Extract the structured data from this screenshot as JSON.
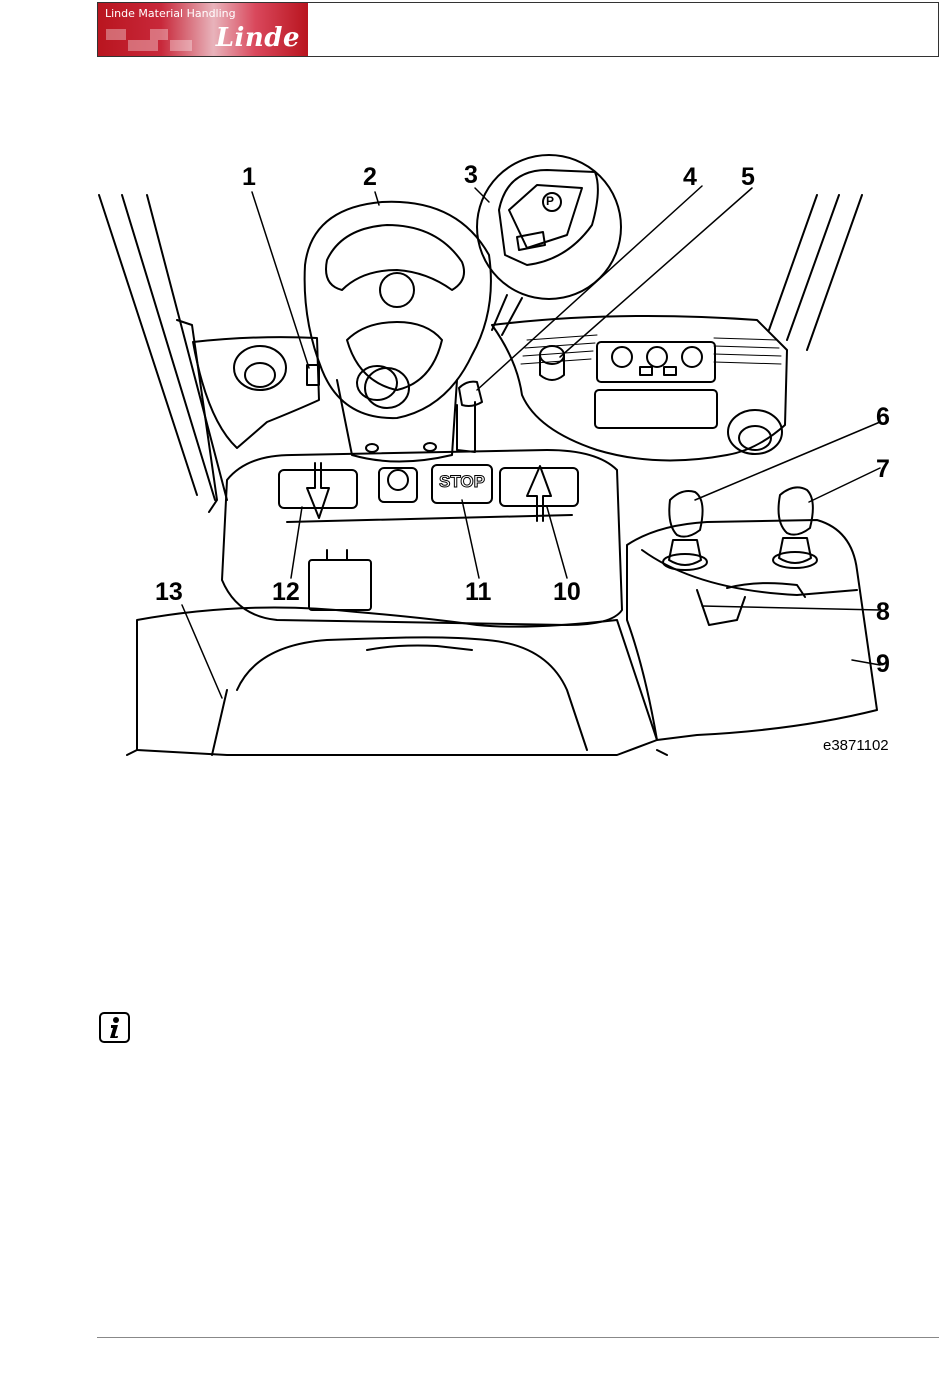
{
  "header": {
    "company": "Linde Material Handling",
    "brand": "Linde"
  },
  "figure": {
    "id": "e3871102",
    "callouts": [
      "1",
      "2",
      "3",
      "4",
      "5",
      "6",
      "7",
      "8",
      "9",
      "10",
      "11",
      "12",
      "13"
    ],
    "stop_label": "STOP",
    "parking_symbol": "P"
  },
  "icons": {
    "info": "info-icon"
  }
}
